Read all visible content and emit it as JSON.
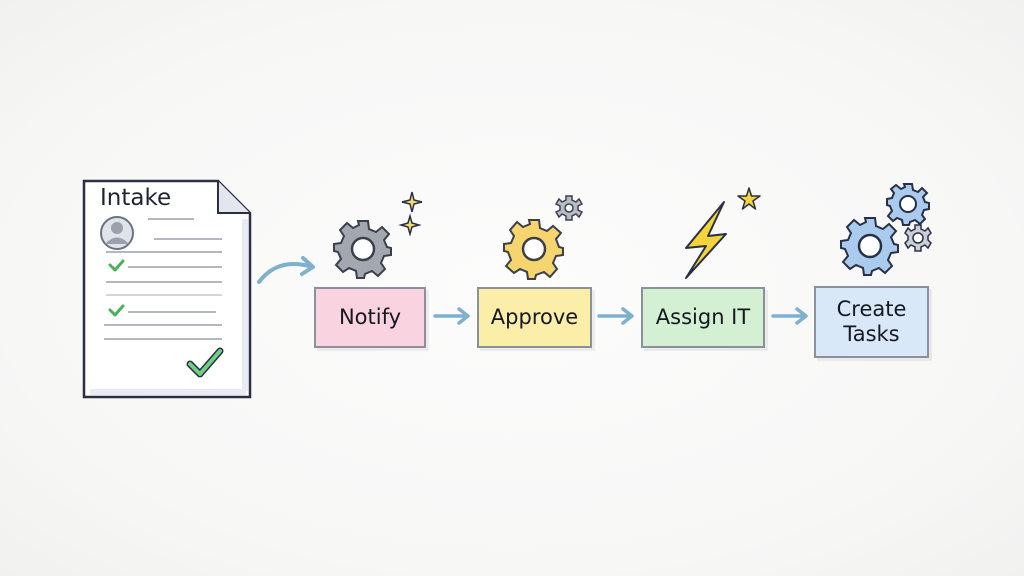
{
  "diagram": {
    "type": "process-flow",
    "intake": {
      "title": "Intake",
      "icons": [
        "user-avatar-icon",
        "check-icon",
        "check-icon",
        "large-check-icon"
      ]
    },
    "steps": [
      {
        "label": "Notify",
        "fill": "#f9d3df",
        "icon": "gear-icon",
        "icon_color": "#9ea3ab",
        "accent": "sparkle-icon"
      },
      {
        "label": "Approve",
        "fill": "#fbeea9",
        "icon": "gear-icon",
        "icon_color": "#f5d36c",
        "accent": "small-gear-icon"
      },
      {
        "label": "Assign IT",
        "fill": "#d4f0d2",
        "icon": "lightning-icon",
        "icon_color": "#f5d33a",
        "accent": "star-icon"
      },
      {
        "label": "Create Tasks",
        "label_line1": "Create",
        "label_line2": "Tasks",
        "fill": "#d8e8f8",
        "icon": "gears-icon",
        "icon_color": "#a9cbee"
      }
    ],
    "connectors": [
      {
        "from": "Intake",
        "to": "Notify",
        "style": "curved-arrow"
      },
      {
        "from": "Notify",
        "to": "Approve",
        "style": "arrow"
      },
      {
        "from": "Approve",
        "to": "Assign IT",
        "style": "arrow"
      },
      {
        "from": "Assign IT",
        "to": "Create Tasks",
        "style": "arrow"
      }
    ],
    "colors": {
      "arrow": "#7fb0cc",
      "border": "#8a909c",
      "check": "#5cbf6e"
    }
  }
}
